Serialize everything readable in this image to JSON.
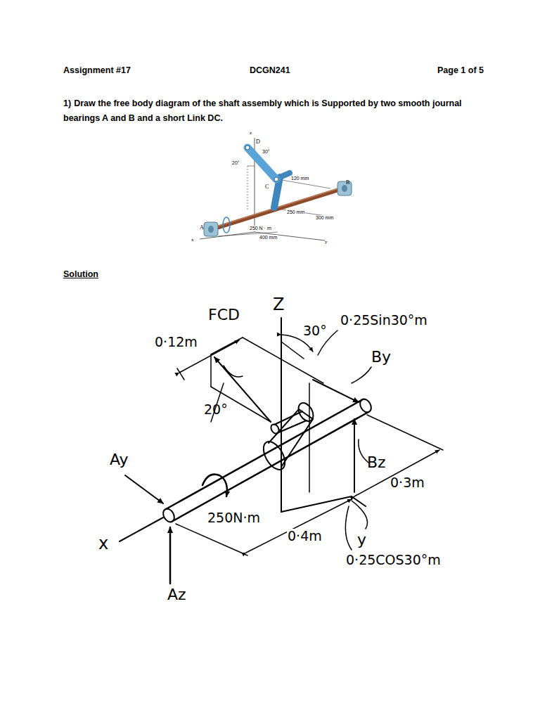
{
  "diagram": {
    "labels": [
      "Assignment #17",
      "DCGN241",
      "Page 1 of 5",
      "1)",
      "Draw the free body diagram of the shaft assembly which is Supported by two smooth journal bearings A and B and a short Link DC.",
      "Solution",
      "D",
      "z",
      "30°",
      "20°",
      "120 mm",
      "C",
      "B",
      "250 mm",
      "300 mm",
      "250 N · m",
      "A",
      "400 mm",
      "x",
      "y",
      "FCD",
      "Z",
      "0·12m",
      "30°",
      "0·25Sin30°m",
      "By",
      "20°",
      "Ay",
      "Bz",
      "0·3m",
      "250N·m",
      "0·4m",
      "y",
      "x",
      "0·25COS30°m",
      "Az"
    ]
  }
}
